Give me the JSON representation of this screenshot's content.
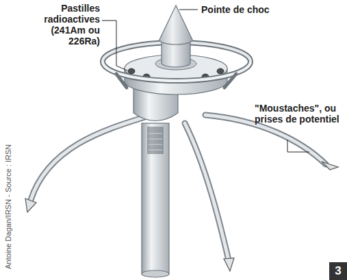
{
  "diagram": {
    "nodes": [
      {
        "text": [
          "3"
        ]
      }
    ],
    "labels": [
      "Pastilles radioactives (241Am ou 226Ra)",
      "Pointe de choc",
      "\"Moustaches\", ou prises de potentiel",
      "Antoine Dagan/IRSN - Source : IRSN"
    ]
  }
}
